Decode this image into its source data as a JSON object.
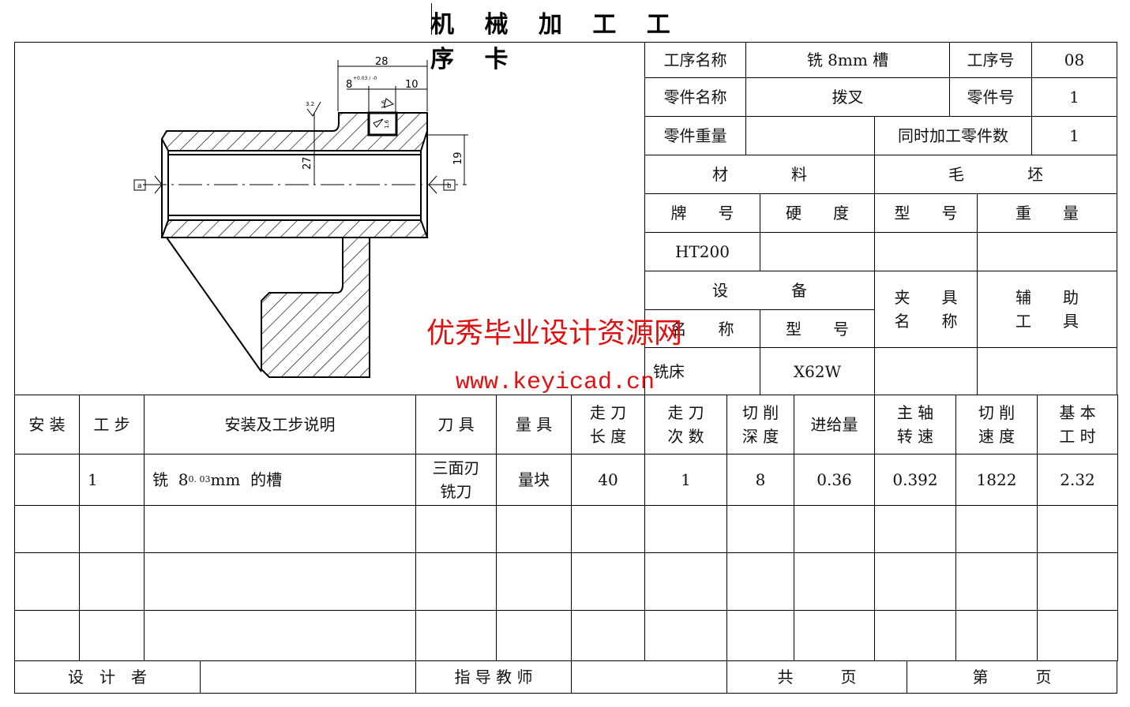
{
  "title": "机 械 加 工 工 序 卡",
  "drawing": {
    "dim_28": "28",
    "dim_8": "8",
    "dim_8_tol": "+0.03 / -0",
    "dim_10": "10",
    "dim_27": "27",
    "dim_19": "19",
    "rough_32": "3.2",
    "rough_16a": "1.6",
    "rough_16b": "1.6",
    "datum_a": "a",
    "datum_b": "b"
  },
  "info": {
    "process_name_label": "工序名称",
    "process_name": "铣 8mm 槽",
    "process_no_label": "工序号",
    "process_no": "08",
    "part_name_label": "零件名称",
    "part_name": "拨叉",
    "part_no_label": "零件号",
    "part_no": "1",
    "part_weight_label": "零件重量",
    "part_weight": "",
    "simul_label": "同时加工零件数",
    "simul": "1",
    "material_label": "材　　　　料",
    "blank_label": "毛　　　　坯",
    "grade_label": "牌　　号",
    "hardness_label": "硬　　度",
    "type_label": "型　　号",
    "weight_label": "重　　量",
    "grade": "HT200",
    "equipment_label": "设　　　　备",
    "fixture_label": "夹　　具\n名　　称",
    "aux_tool_label": "辅　　助\n工　　具",
    "eq_name_label": "名　　称",
    "eq_model_label": "型　　号",
    "eq_name": "铣床",
    "eq_model": "X62W"
  },
  "steps": {
    "headers": [
      "安 装",
      "工 步",
      "安装及工步说明",
      "刀 具",
      "量 具",
      "走 刀\n长 度",
      "走 刀\n次 数",
      "切 削\n深 度",
      "进给量",
      "主 轴\n转 速",
      "切 削\n速 度",
      "基 本\n工 时"
    ],
    "rows": [
      [
        "",
        "1",
        "铣  8",
        "三面刃\n铣刀",
        "量块",
        "40",
        "1",
        "8",
        "0.36",
        "0.392",
        "1822",
        "2.32"
      ]
    ],
    "desc_sup": "0. 03",
    "desc_tail": "mm  的槽"
  },
  "footer": {
    "designer_label": "设　计　者",
    "advisor_label": "指 导 教 师",
    "total_pages_label": "共　　　页",
    "page_label": "第　　　页"
  },
  "watermark": {
    "line1": "优秀毕业设计资源网",
    "line2": "www.keyicad.cn"
  }
}
